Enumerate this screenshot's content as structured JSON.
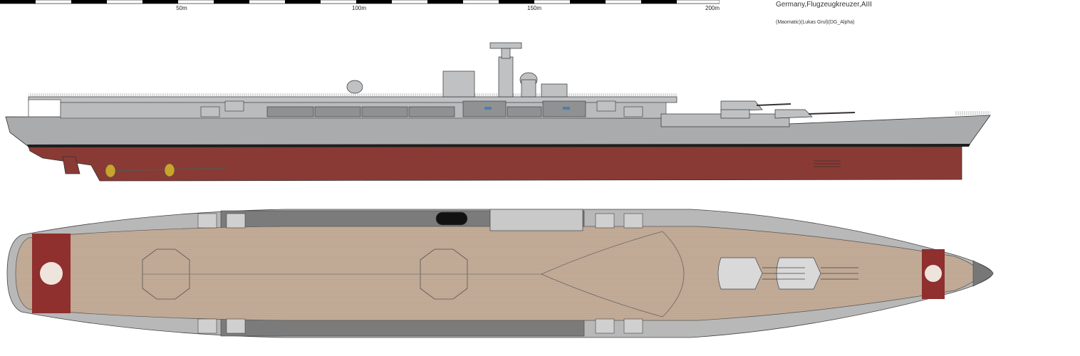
{
  "header": {
    "title": "Germany,Flugzeugkreuzer,AIII",
    "credits": "(Maomatic)(Lukas Grul)(DG_Alpha)"
  },
  "scale": {
    "labels": [
      "50m",
      "100m",
      "150m",
      "200m"
    ]
  },
  "colors": {
    "hull_grey": "#a9abad",
    "deck_grey": "#bfc1c3",
    "hull_red": "#8a3a34",
    "boot_black": "#1e1e1e",
    "flight_deck": "#c2ab97",
    "deck_marking_red": "#8f2f2e",
    "outline": "#333333"
  }
}
